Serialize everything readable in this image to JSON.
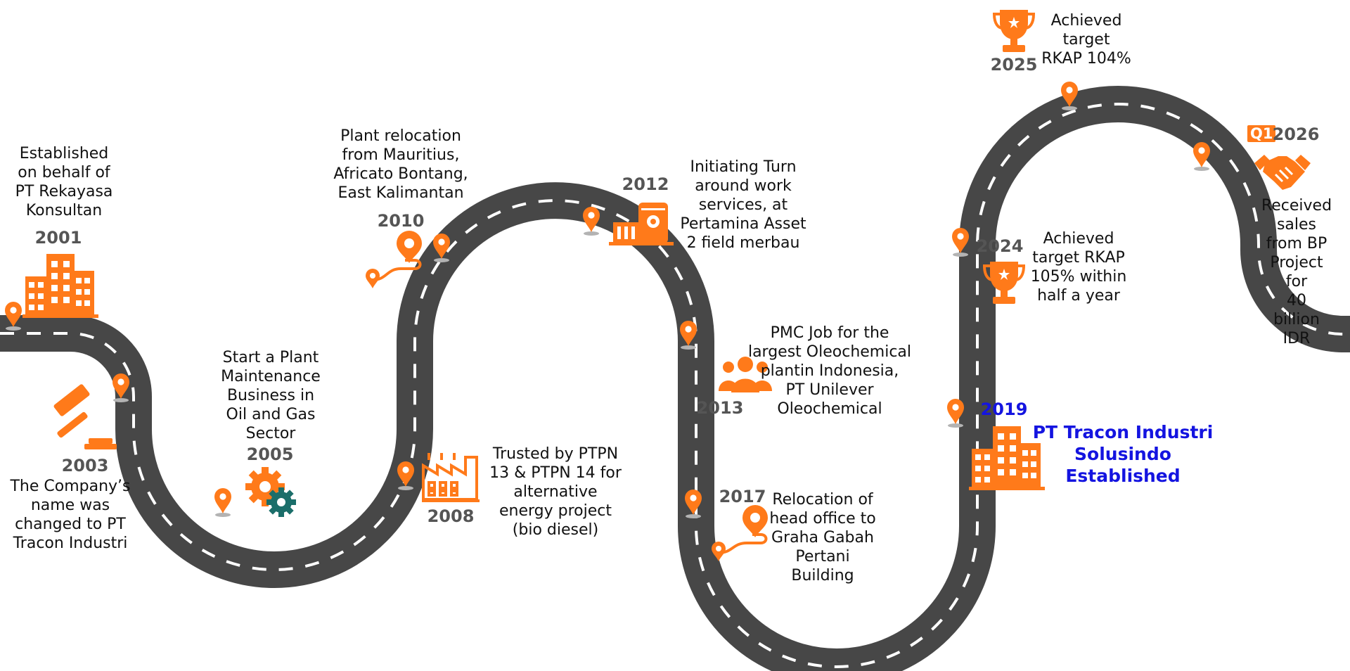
{
  "colors": {
    "road": "#474747",
    "dash": "#ffffff",
    "accent": "#ff7a1a",
    "teal": "#1b6e6a",
    "highlight": "#1414e0",
    "year": "#555555"
  },
  "milestones": [
    {
      "year": "2001",
      "text": "Established\non behalf of\nPT Rekayasa\nKonsultan",
      "icon": "office-building-icon"
    },
    {
      "year": "2003",
      "text": "The Company’s\nname was\nchanged to PT\nTracon Industri",
      "icon": "gavel-icon"
    },
    {
      "year": "2005",
      "text": "Start a Plant\nMaintenance\nBusiness in\nOil and Gas\nSector",
      "icon": "gears-icon"
    },
    {
      "year": "2008",
      "text": "Trusted by PTPN\n13 & PTPN 14 for\nalternative\nenergy project\n(bio diesel)",
      "icon": "factory-icon"
    },
    {
      "year": "2010",
      "text": "Plant relocation\nfrom Mauritius,\nAfricato Bontang,\nEast Kalimantan",
      "icon": "route-icon"
    },
    {
      "year": "2012",
      "text": "Initiating Turn\naround work\nservices, at\nPertamina Asset\n2 field merbau",
      "icon": "oil-tank-icon"
    },
    {
      "year": "2013",
      "text": "PMC Job for the\nlargest Oleochemical\nplantin Indonesia,\nPT Unilever\nOleochemical",
      "icon": "team-icon"
    },
    {
      "year": "2017",
      "text": "Relocation of\nhead office to\nGraha Gabah\nPertani\nBuilding",
      "icon": "route-icon"
    },
    {
      "year": "2019",
      "text": "PT Tracon Industri\nSolusindo\nEstablished",
      "icon": "office-building-icon"
    },
    {
      "year": "2024",
      "text": "Achieved\ntarget RKAP\n105% within\nhalf a year",
      "icon": "trophy-icon"
    },
    {
      "year": "2025",
      "text": "Achieved\ntarget\nRKAP 104%",
      "icon": "trophy-icon"
    },
    {
      "year": "2026",
      "quarter": "Q1",
      "text": "Received\nsales from BP\nProject for\n40 billion IDR",
      "icon": "handshake-icon"
    }
  ]
}
